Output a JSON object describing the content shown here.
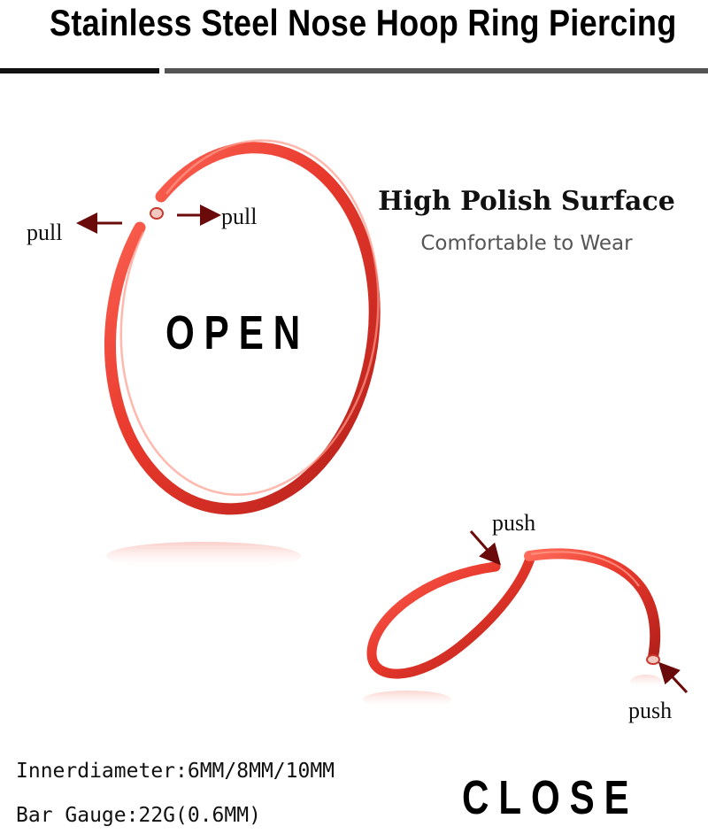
{
  "header": {
    "title": "Stainless Steel Nose Hoop Ring Piercing"
  },
  "features": {
    "title": "High Polish Surface",
    "subtitle": "Comfortable to Wear"
  },
  "states": {
    "open_label": "OPEN",
    "close_label": "CLOSE"
  },
  "actions": {
    "pull_left": "pull",
    "pull_right": "pull",
    "push_top": "push",
    "push_bottom": "push"
  },
  "specs": {
    "inner_diameter": "Innerdiameter:6MM/8MM/10MM",
    "bar_gauge": "Bar Gauge:22G(0.6MM)"
  },
  "colors": {
    "ring": "#e8382c",
    "ring_highlight": "#ff8a78",
    "arrow": "#6b0a0a"
  },
  "icons": {
    "open_ring": "open-hoop-ring-image",
    "closed_ring": "closed-hoop-ring-image",
    "arrow": "arrow-icon"
  }
}
